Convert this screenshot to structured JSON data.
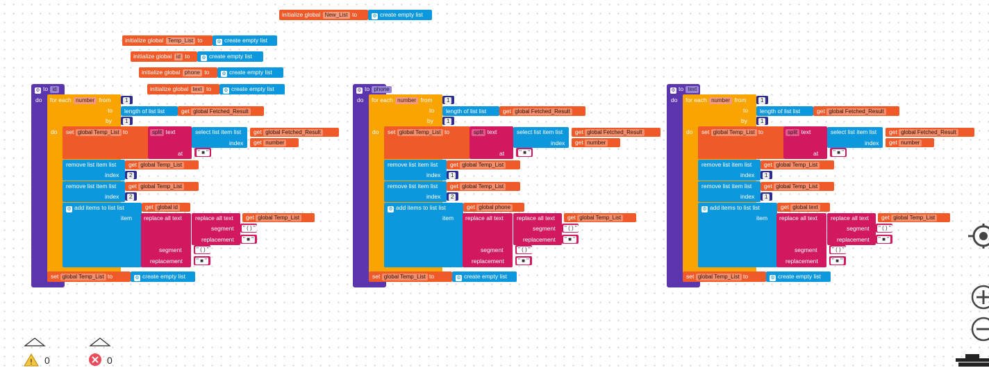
{
  "kw": {
    "initialize_global": "initialize global",
    "to": "to",
    "create_empty_list": "create empty list",
    "do": "do",
    "for_each": "for each",
    "from": "from",
    "by": "by",
    "length_of_list": "length of list",
    "list": "list",
    "get": "get",
    "set": "set",
    "split": "split",
    "text": "text",
    "select_list_item": "select list item",
    "index": "index",
    "at": "at",
    "remove_list_item": "remove list item",
    "add_items_to_list": "add items to list",
    "item": "item",
    "replace_all_text": "replace all text",
    "segment": "segment",
    "replacement": "replacement",
    "number": "number"
  },
  "globals": {
    "new_list": "New_List",
    "temp_list": "Temp_List",
    "id": "id",
    "phone": "phone",
    "text": "text"
  },
  "vars": {
    "global_temp_list": "global Temp_List",
    "global_fetched_result": "global Fetched_Result",
    "global_id": "global id",
    "global_phone": "global phone",
    "global_text": "global text"
  },
  "literals": {
    "one": "1",
    "two": "2",
    "seg_str": "\" ( ) \"",
    "rep_str": "\" ■ \"",
    "at_str": "\" ■ \""
  },
  "procedures": [
    {
      "name": "id",
      "idx1": "2",
      "idx2": "2"
    },
    {
      "name": "phone",
      "idx1": "1",
      "idx2": "2"
    },
    {
      "name": "text",
      "idx1": "1",
      "idx2": "1"
    }
  ],
  "status": {
    "warnings": "0",
    "errors": "0"
  },
  "colors": {
    "variable": "#f05a28",
    "list": "#0d98de",
    "procedure": "#5b35ad",
    "control": "#f9a400",
    "text": "#d2185f",
    "math": "#2e2e8f"
  }
}
